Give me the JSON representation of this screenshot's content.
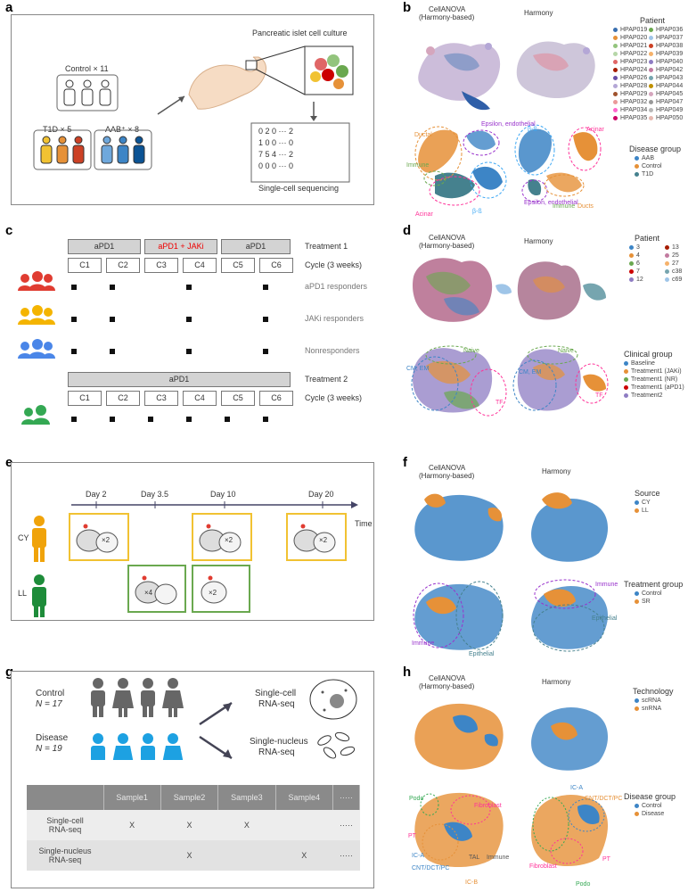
{
  "panel_letters": [
    "a",
    "b",
    "c",
    "d",
    "e",
    "f",
    "g",
    "h"
  ],
  "a": {
    "title": "Pancreatic islet cell culture",
    "control": "Control × 11",
    "t1d": "T1D × 5",
    "aab": "AAB⁺ × 8",
    "matrix": [
      "0  2  0  ···  2",
      "1  0  0  ···  0",
      "7  5  4  ···  2",
      "0  0  0  ···  0"
    ],
    "caption": "Single-cell sequencing"
  },
  "b": {
    "col1": "CellANOVA\n(Harmony-based)",
    "col1_l1": "CellANOVA",
    "col1_l2": "(Harmony-based)",
    "col2": "Harmony",
    "legend1_title": "Patient",
    "legend1": [
      {
        "name": "HPAP019",
        "color": "#3a6fb0"
      },
      {
        "name": "HPAP036",
        "color": "#6aa84f"
      },
      {
        "name": "HPAP020",
        "color": "#e69138"
      },
      {
        "name": "HPAP037",
        "color": "#9fc5e8"
      },
      {
        "name": "HPAP021",
        "color": "#93c47d"
      },
      {
        "name": "HPAP038",
        "color": "#cc4125"
      },
      {
        "name": "HPAP022",
        "color": "#b6d7a8"
      },
      {
        "name": "HPAP039",
        "color": "#f6b26b"
      },
      {
        "name": "HPAP023",
        "color": "#e06666"
      },
      {
        "name": "HPAP040",
        "color": "#8e7cc3"
      },
      {
        "name": "HPAP024",
        "color": "#a61c00"
      },
      {
        "name": "HPAP042",
        "color": "#c27ba0"
      },
      {
        "name": "HPAP026",
        "color": "#674ea7"
      },
      {
        "name": "HPAP043",
        "color": "#76a5af"
      },
      {
        "name": "HPAP028",
        "color": "#b4a7d6"
      },
      {
        "name": "HPAP044",
        "color": "#bf9000"
      },
      {
        "name": "HPAP029",
        "color": "#a0522d"
      },
      {
        "name": "HPAP045",
        "color": "#d5a6bd"
      },
      {
        "name": "HPAP032",
        "color": "#ea9999"
      },
      {
        "name": "HPAP047",
        "color": "#999999"
      },
      {
        "name": "HPAP034",
        "color": "#ff66cc"
      },
      {
        "name": "HPAP049",
        "color": "#b7b7b7"
      },
      {
        "name": "HPAP035",
        "color": "#cc0066"
      },
      {
        "name": "HPAP050",
        "color": "#e6b8af"
      }
    ],
    "legend2_title": "Disease group",
    "legend2": [
      {
        "name": "AAB",
        "color": "#3d85c6"
      },
      {
        "name": "Control",
        "color": "#e69138"
      },
      {
        "name": "T1D",
        "color": "#45818e"
      }
    ],
    "labels_left": [
      "Ductal",
      "Epsilon,\nendothelial",
      "Immune",
      "Acinar",
      "β-ß"
    ],
    "labels_right": [
      "β-ß",
      "Acinar",
      "Epsilon,\nendothelial",
      "Immune",
      "Ducts"
    ]
  },
  "c": {
    "t1_bars": [
      "aPD1",
      "aPD1 + JAKi",
      "aPD1"
    ],
    "t1_label": "Treatment 1",
    "cycles": [
      "C1",
      "C2",
      "C3",
      "C4",
      "C5",
      "C6"
    ],
    "cycle_label": "Cycle (3 weeks)",
    "rows": [
      "aPD1 responders",
      "JAKi responders",
      "Nonresponders"
    ],
    "t2_bar": "aPD1",
    "t2_label": "Treatment 2",
    "cycle_label2": "Cycle (3 weeks)"
  },
  "d": {
    "col1_l1": "CellANOVA",
    "col1_l2": "(Harmony-based)",
    "col2": "Harmony",
    "legend1_title": "Patient",
    "legend1": [
      {
        "name": "3",
        "color": "#3d85c6"
      },
      {
        "name": "13",
        "color": "#a61c00"
      },
      {
        "name": "4",
        "color": "#e69138"
      },
      {
        "name": "25",
        "color": "#c27ba0"
      },
      {
        "name": "6",
        "color": "#6aa84f"
      },
      {
        "name": "27",
        "color": "#f6b26b"
      },
      {
        "name": "7",
        "color": "#cc0000"
      },
      {
        "name": "c38",
        "color": "#76a5af"
      },
      {
        "name": "12",
        "color": "#8e7cc3"
      },
      {
        "name": "c69",
        "color": "#9fc5e8"
      }
    ],
    "legend2_title": "Clinical group",
    "legend2": [
      {
        "name": "Baseline",
        "color": "#3d85c6"
      },
      {
        "name": "Treatment1 (JAKi)",
        "color": "#e69138"
      },
      {
        "name": "Treatment1 (NR)",
        "color": "#6aa84f"
      },
      {
        "name": "Treatment1 (aPD1)",
        "color": "#cc0000"
      },
      {
        "name": "Treatment2",
        "color": "#8e7cc3"
      }
    ],
    "labels": [
      "Naive",
      "CM,\nEM",
      "TF",
      "Naive",
      "CM,\nEM",
      "TF"
    ]
  },
  "e": {
    "days": [
      "Day 2",
      "Day 3.5",
      "Day 10",
      "Day 20"
    ],
    "time": "Time",
    "cy": "CY",
    "ll": "LL",
    "mouse_labels": [
      "×2",
      "×2",
      "×2",
      "×4",
      "×2"
    ]
  },
  "f": {
    "col1_l1": "CellANOVA",
    "col1_l2": "(Harmony-based)",
    "col2": "Harmony",
    "legend1_title": "Source",
    "legend1": [
      {
        "name": "CY",
        "color": "#3d85c6"
      },
      {
        "name": "LL",
        "color": "#e69138"
      }
    ],
    "legend2_title": "Treatment group",
    "legend2": [
      {
        "name": "Control",
        "color": "#3d85c6"
      },
      {
        "name": "SR",
        "color": "#e69138"
      }
    ],
    "labels": [
      "Immune",
      "Epithelial",
      "Immune",
      "Epithelial"
    ]
  },
  "g": {
    "control": "Control",
    "control_n": "N = 17",
    "disease": "Disease",
    "disease_n": "N = 19",
    "sc": "Single-cell\nRNA-seq",
    "sc_l1": "Single-cell",
    "sc_l2": "RNA-seq",
    "sn_l1": "Single-nucleus",
    "sn_l2": "RNA-seq",
    "table_head": [
      "",
      "Sample1",
      "Sample2",
      "Sample3",
      "Sample4",
      "·····"
    ],
    "rows": [
      {
        "name1": "Single-cell",
        "name2": "RNA-seq",
        "cells": [
          "X",
          "X",
          "X",
          "",
          "·····"
        ]
      },
      {
        "name1": "Single-nucleus",
        "name2": "RNA-seq",
        "cells": [
          "",
          "X",
          "",
          "X",
          "·····"
        ]
      }
    ]
  },
  "h": {
    "col1_l1": "CellANOVA",
    "col1_l2": "(Harmony-based)",
    "col2": "Harmony",
    "legend1_title": "Technology",
    "legend1": [
      {
        "name": "scRNA",
        "color": "#3d85c6"
      },
      {
        "name": "snRNA",
        "color": "#e69138"
      }
    ],
    "legend2_title": "Disease group",
    "legend2": [
      {
        "name": "Control",
        "color": "#3d85c6"
      },
      {
        "name": "Disease",
        "color": "#e69138"
      }
    ],
    "labels": [
      "Podo",
      "IC-A",
      "PT",
      "Fibroblast",
      "IC-B",
      "CNT/DCT/PC",
      "TAL",
      "Immune",
      "IC-A",
      "CNT/DCT/PC",
      "Fibroblast",
      "PT",
      "Podo"
    ]
  }
}
